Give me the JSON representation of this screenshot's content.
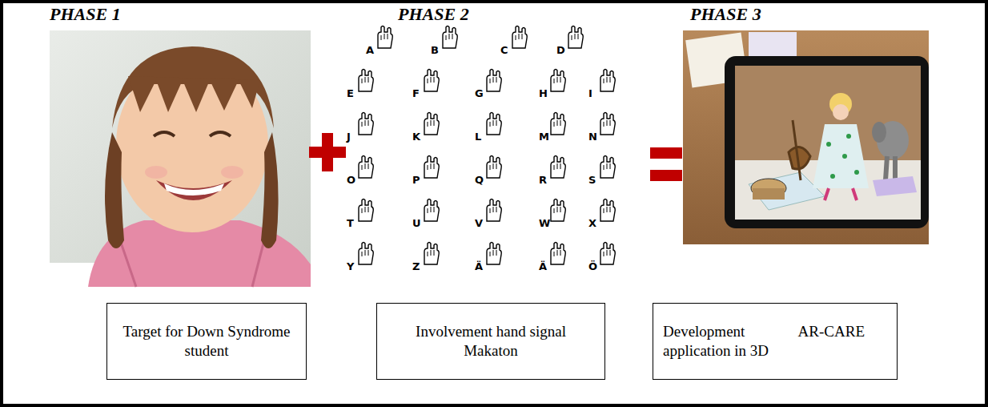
{
  "diagram": {
    "nodes": [
      {
        "text": [
          "Target for Down Syndrome student"
        ]
      },
      {
        "text": [
          "Involvement hand signal Makaton"
        ]
      },
      {
        "text": [
          "Development AR-CARE application in 3D"
        ]
      }
    ],
    "labels": [
      "PHASE 1",
      "PHASE 2",
      "PHASE 3",
      "A",
      "B",
      "C",
      "D",
      "E",
      "F",
      "G",
      "H",
      "I",
      "J",
      "K",
      "L",
      "M",
      "N",
      "O",
      "P",
      "Q",
      "R",
      "S",
      "T",
      "U",
      "V",
      "W",
      "X",
      "Y",
      "Z",
      "Ä",
      "Ä",
      "Ö"
    ]
  }
}
